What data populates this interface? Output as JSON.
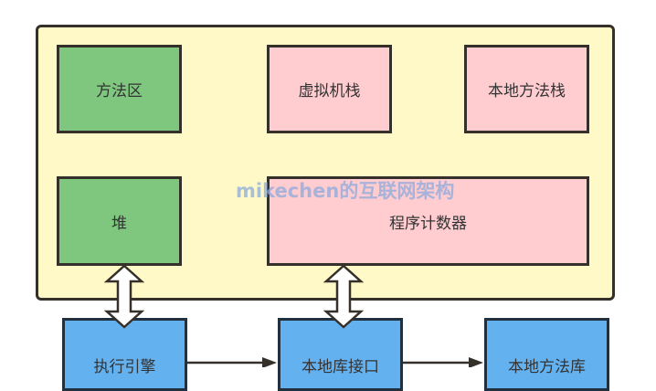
{
  "diagram": {
    "container": {
      "fill": "#fff9c7",
      "border": "#36302a"
    },
    "runtime_areas": [
      {
        "label": "方法区",
        "fill": "#7fc67f"
      },
      {
        "label": "虚拟机栈",
        "fill": "#ffccd0"
      },
      {
        "label": "本地方法栈",
        "fill": "#ffccd0"
      },
      {
        "label": "堆",
        "fill": "#7fc67f"
      },
      {
        "label": "程序计数器",
        "fill": "#ffccd0"
      }
    ],
    "bottom_components": [
      {
        "label": "执行引擎",
        "fill": "#64b1f0"
      },
      {
        "label": "本地库接口",
        "fill": "#64b1f0"
      },
      {
        "label": "本地方法库",
        "fill": "#64b1f0"
      }
    ],
    "connections": [
      {
        "from": "堆",
        "to": "执行引擎",
        "type": "double-arrow"
      },
      {
        "from": "程序计数器",
        "to": "本地库接口",
        "type": "double-arrow"
      },
      {
        "from": "执行引擎",
        "to": "本地库接口",
        "type": "arrow"
      },
      {
        "from": "本地库接口",
        "to": "本地方法库",
        "type": "arrow"
      }
    ],
    "watermark": "mikechen的互联网架构"
  }
}
